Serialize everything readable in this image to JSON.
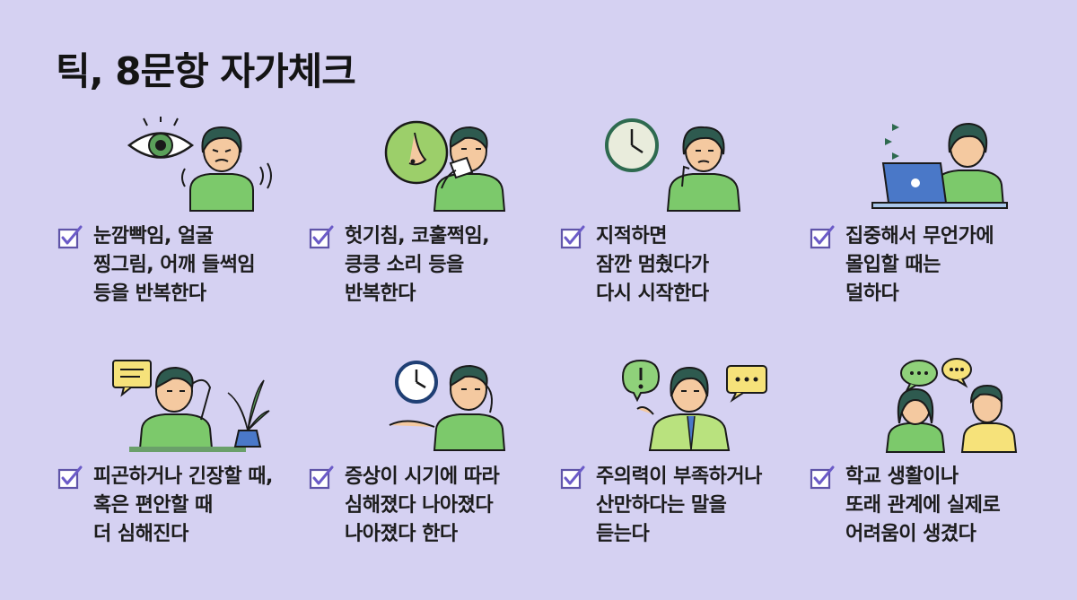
{
  "title": "틱, 8문항 자가체크",
  "colors": {
    "background": "#d5d1f2",
    "check_stroke": "#7a6ad0",
    "shirt_green": "#7cc96b",
    "hair": "#2e5a4f",
    "skin": "#f4c9a0"
  },
  "items": [
    {
      "lines": [
        "눈깜빡임, 얼굴",
        "찡그림, 어깨 들썩임",
        "등을 반복한다"
      ]
    },
    {
      "lines": [
        "헛기침, 코훌쩍임,",
        "킁킁 소리 등을",
        "반복한다"
      ]
    },
    {
      "lines": [
        "지적하면",
        "잠깐 멈췄다가",
        "다시 시작한다"
      ]
    },
    {
      "lines": [
        "집중해서 무언가에",
        "몰입할 때는",
        "덜하다"
      ]
    },
    {
      "lines": [
        "피곤하거나 긴장할 때,",
        "혹은 편안할 때",
        "더 심해진다"
      ]
    },
    {
      "lines": [
        "증상이 시기에 따라",
        "심해졌다 나아졌다",
        "나아졌다 한다"
      ]
    },
    {
      "lines": [
        "주의력이 부족하거나",
        "산만하다는 말을",
        "듣는다"
      ]
    },
    {
      "lines": [
        "학교 생활이나",
        "또래 관계에 실제로",
        "어려움이 생겼다"
      ]
    }
  ]
}
